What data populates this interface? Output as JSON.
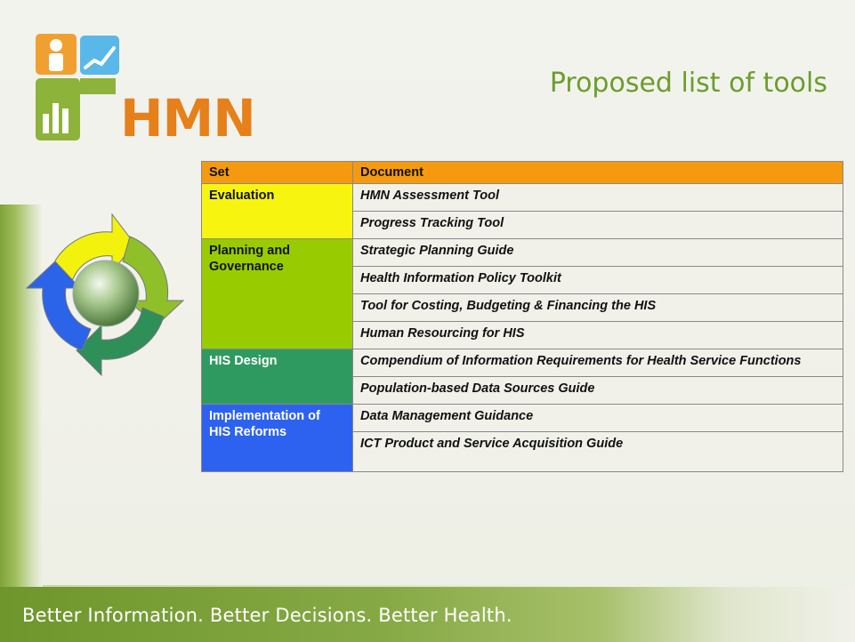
{
  "slide": {
    "title": "Proposed list of tools",
    "tagline": "Better Information.  Better Decisions.  Better Health.",
    "logo": {
      "text": "HMN",
      "icon": "hmn-logo-icon"
    }
  },
  "table": {
    "headers": [
      "Set",
      "Document"
    ],
    "groups": [
      {
        "set": "Evaluation",
        "color": "#f7f510",
        "documents": [
          "HMN Assessment Tool",
          "Progress Tracking Tool"
        ]
      },
      {
        "set": "Planning and Governance",
        "color": "#99cc00",
        "documents": [
          "Strategic Planning Guide",
          "Health Information Policy Toolkit",
          "Tool for Costing, Budgeting & Financing the HIS",
          "Human Resourcing for HIS"
        ]
      },
      {
        "set": "HIS Design",
        "color": "#2f9a5f",
        "documents": [
          "Compendium of Information Requirements for Health Service Functions",
          "Population-based Data Sources Guide"
        ]
      },
      {
        "set": "Implementation of HIS Reforms",
        "color": "#2d62f0",
        "documents": [
          "Data Management Guidance",
          "ICT Product and Service Acquisition Guide"
        ]
      }
    ]
  },
  "colors": {
    "header": "#f59a0f",
    "title": "#6b9d2c",
    "logo_text": "#e5801a"
  },
  "icons": [
    "hmn-logo-icon",
    "cycle-arrows-icon"
  ]
}
